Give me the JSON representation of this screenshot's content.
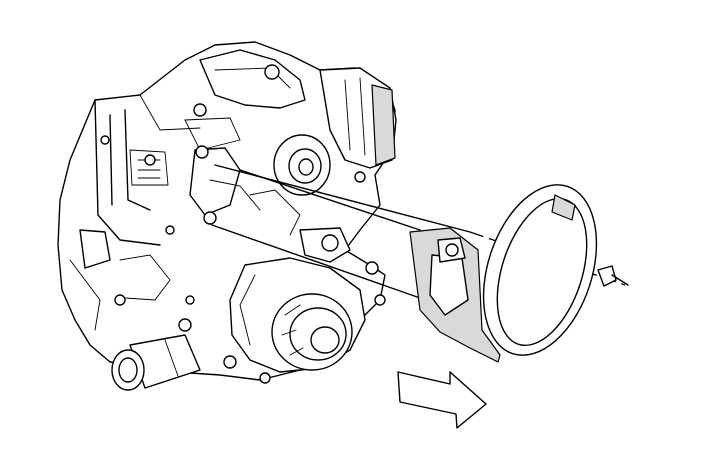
{
  "diagram": {
    "labels": [],
    "arrow_direction": "down-right",
    "colors": {
      "line": "#000000",
      "background": "#ffffff",
      "shade": "#d9d9d9"
    },
    "icons": [
      "engine-block",
      "water-pump-pulley",
      "mount-bracket",
      "direction-arrow-icon"
    ]
  }
}
